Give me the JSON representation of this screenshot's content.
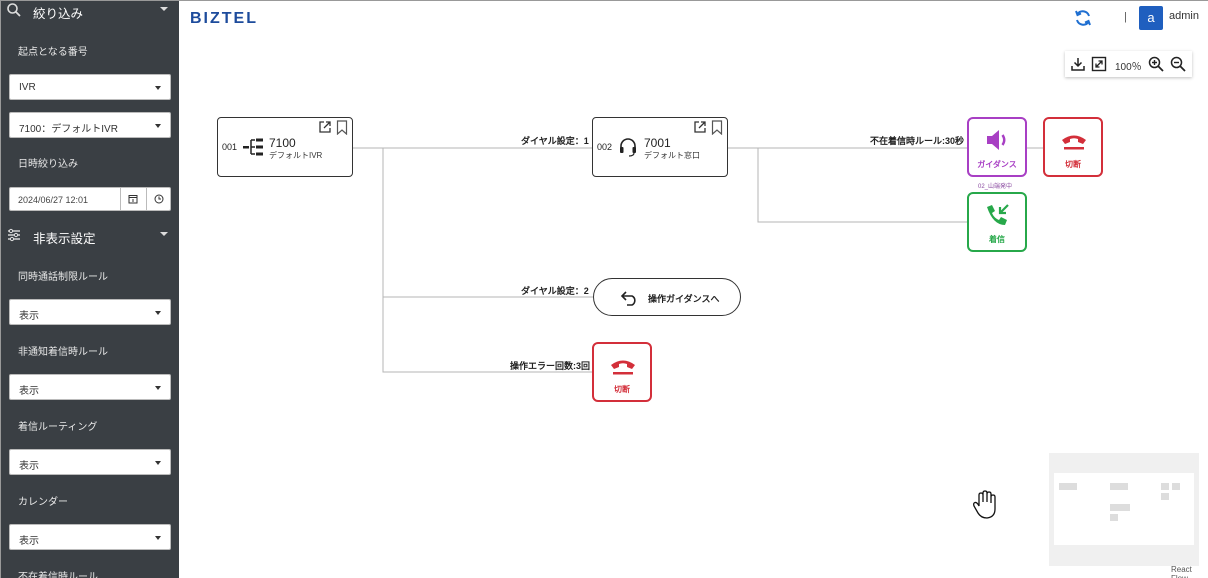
{
  "sidebar": {
    "filter_title": "絞り込み",
    "start_number_label": "起点となる番号",
    "start_type_value": "IVR",
    "start_number_value": "7100：デフォルトIVR",
    "date_filter_label": "日時絞り込み",
    "date_value": "2024/06/27 12:01",
    "hide_settings_title": "非表示設定",
    "items": [
      {
        "label": "同時通話制限ルール",
        "value": "表示"
      },
      {
        "label": "非通知着信時ルール",
        "value": "表示"
      },
      {
        "label": "着信ルーティング",
        "value": "表示"
      },
      {
        "label": "カレンダー",
        "value": "表示"
      },
      {
        "label": "不在着信時ルール"
      }
    ]
  },
  "header": {
    "logo": "BIZTEL",
    "separator": "|",
    "avatar_letter": "a",
    "username": "admin"
  },
  "toolbar": {
    "zoom": "100％"
  },
  "flow": {
    "ivr_node": {
      "id": "001",
      "number": "7100",
      "name": "デフォルトIVR"
    },
    "queue_node": {
      "id": "002",
      "number": "7001",
      "name": "デフォルト窓口"
    },
    "edge_dial1": "ダイヤル設定：1",
    "edge_dial2": "ダイヤル設定：2",
    "edge_error": "操作エラー回数:3回",
    "edge_absence": "不在着信時ルール:30秒",
    "guidance_label": "ガイダンス",
    "guidance_sub": "02_山端発中",
    "hangup_label": "切断",
    "incoming_label": "着信",
    "back_to_guidance": "操作ガイダンスへ",
    "hangup2_label": "切断"
  },
  "minimap": {
    "attribution": "React Flow"
  },
  "colors": {
    "sidebar_bg": "#3a3f44",
    "brand": "#1d4b9c",
    "guidance": "#a83fc4",
    "hangup": "#d32f3a",
    "incoming": "#27a84a",
    "avatar": "#1f5fbf"
  }
}
